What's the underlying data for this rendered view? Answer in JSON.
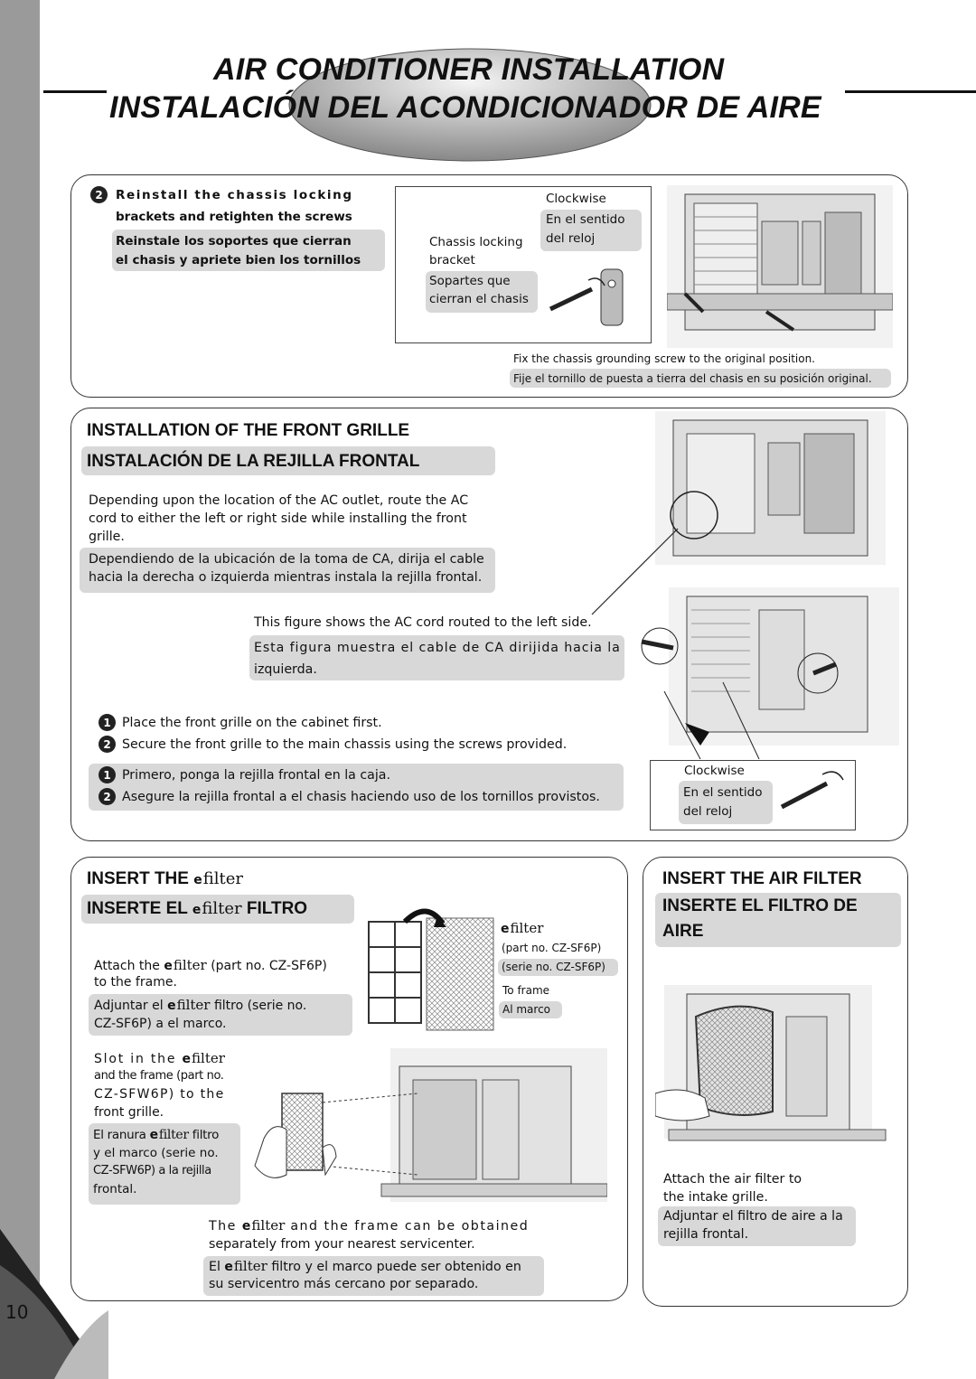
{
  "page": {
    "number": "10"
  },
  "header": {
    "title_en": "AIR CONDITIONER INSTALLATION",
    "title_es": "INSTALACIÓN DEL ACONDICIONADOR DE AIRE"
  },
  "reinstall": {
    "step_no": "2",
    "en_line1": "Reinstall the chassis locking",
    "en_line2": "brackets and retighten the screws",
    "es_line1": "Reinstale los soportes que cierran",
    "es_line2": "el chasis y apriete bien los tornillos",
    "clockwise": "Clockwise",
    "sentido1": "En el sentido",
    "sentido2": "del reloj",
    "bracket1": "Chassis locking",
    "bracket2": "bracket",
    "soportes1": "Sopartes que",
    "soportes2": "cierran el chasis",
    "fix_en": "Fix the chassis grounding screw to the original position.",
    "fix_es": "Fije el tornillo de puesta a tierra del chasis en su posición original."
  },
  "front_grille": {
    "heading_en": "INSTALLATION OF THE FRONT GRILLE",
    "heading_es": "INSTALACIÓN DE LA REJILLA FRONTAL",
    "en_1": "Depending upon the location of the AC outlet, route the AC",
    "en_2": "cord to either the left or right side while installing the front",
    "en_3": "grille.",
    "es_1": "Dependiendo de la ubicación de la toma de CA, dirija el cable",
    "es_2": "hacia la derecha o izquierda mientras instala la rejilla frontal.",
    "fig_en": "This figure shows the AC cord routed to the left side.",
    "fig_es_1": "Esta figura muestra el cable de CA dirijida hacia la",
    "fig_es_2": "izquierda.",
    "step1_no": "1",
    "step2_no": "2",
    "step1_en": "Place the front grille on the cabinet first.",
    "step2_en": "Secure the front grille to the main chassis using the screws provided.",
    "step1_es": "Primero, ponga la rejilla frontal en la caja.",
    "step2_es": "Asegure la rejilla frontal a el chasis haciendo uso de los tornillos provistos.",
    "clockwise": "Clockwise",
    "sentido1": "En el sentido",
    "sentido2": "del reloj"
  },
  "efilter": {
    "heading_en": "INSERT THE",
    "heading_es_a": "INSERTE EL",
    "heading_es_b": "FILTRO",
    "mark_e": "e",
    "mark_text": "filter",
    "attach_en_a": "Attach the",
    "attach_en_b": "(part no. CZ-SF6P)",
    "attach_en_c": "to the frame.",
    "attach_es_a": "Adjuntar el",
    "attach_es_b": "filtro (serie no.",
    "attach_es_c": "CZ-SF6P) a el marco.",
    "part_en": "(part no. CZ-SF6P)",
    "part_es": "(serie no. CZ-SF6P)",
    "to_frame": "To frame",
    "al_marco": "Al marco",
    "slot_en_a": "Slot in the",
    "slot_en_b": "and the frame (part no.",
    "slot_en_c": "CZ-SFW6P) to the",
    "slot_en_d": "front grille.",
    "slot_es_a": "El ranura",
    "slot_es_b": "filtro",
    "slot_es_c": "y el marco (serie no.",
    "slot_es_d": "CZ-SFW6P) a la rejilla",
    "slot_es_e": "frontal.",
    "obtain_en_a": "The",
    "obtain_en_b": "and the frame can be obtained",
    "obtain_en_c": "separately from your nearest servicenter.",
    "obtain_es_a": "El",
    "obtain_es_b": "filtro y el marco puede ser obtenido en",
    "obtain_es_c": "su servicentro más cercano por separado."
  },
  "airfilter": {
    "heading_en": "INSERT THE AIR FILTER",
    "heading_es_1": "INSERTE EL FILTRO DE",
    "heading_es_2": "AIRE",
    "en_1": "Attach the air filter to",
    "en_2": "the intake grille.",
    "es_1": "Adjuntar el filtro de aire a la",
    "es_2": "rejilla frontal."
  }
}
